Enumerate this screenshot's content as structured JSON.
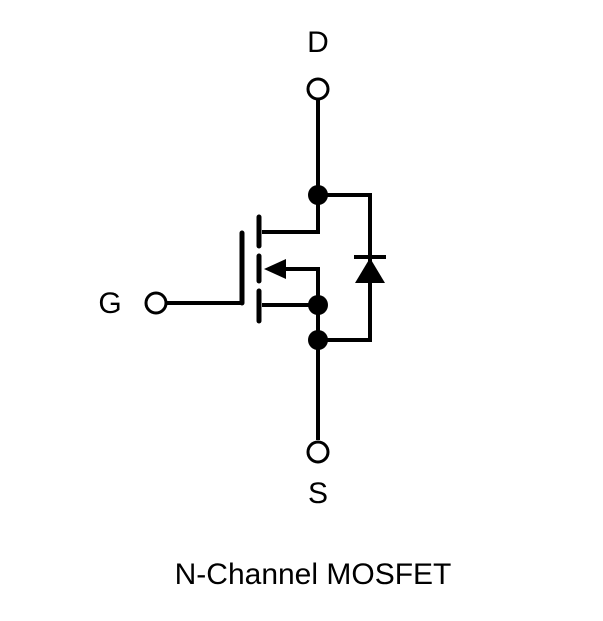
{
  "terminals": {
    "drain": "D",
    "gate": "G",
    "source": "S"
  },
  "caption": "N-Channel MOSFET"
}
